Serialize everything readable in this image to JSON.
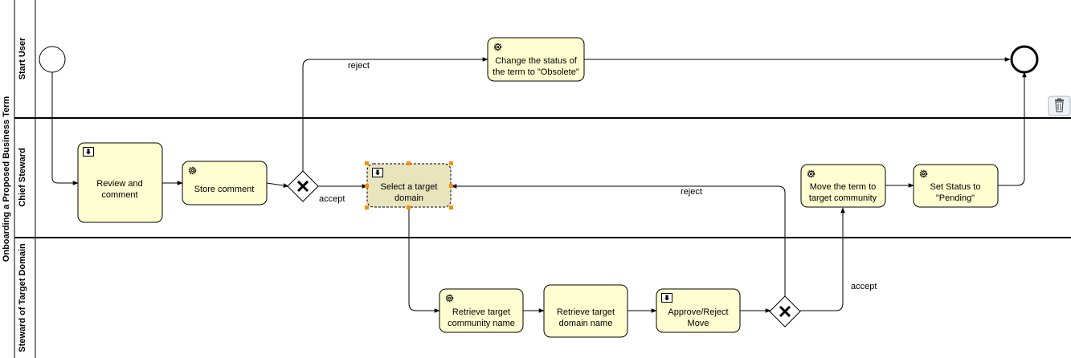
{
  "pool": {
    "title": "Onboarding a Proposed Business Term"
  },
  "lanes": [
    {
      "id": "start-user",
      "title": "Start User"
    },
    {
      "id": "chief-steward",
      "title": "Chief Steward"
    },
    {
      "id": "steward-target",
      "title": "Steward of Target Domain"
    }
  ],
  "tasks": {
    "change_status": {
      "lines": [
        "Change the status of",
        "the term to \"Obsolete\""
      ],
      "type": "service"
    },
    "review": {
      "lines": [
        "Review and",
        "comment"
      ],
      "type": "user"
    },
    "store": {
      "lines": [
        "Store comment"
      ],
      "type": "service"
    },
    "select": {
      "lines": [
        "Select a target",
        "domain"
      ],
      "type": "user"
    },
    "move": {
      "lines": [
        "Move the term to",
        "target community"
      ],
      "type": "service"
    },
    "set_status": {
      "lines": [
        "Set Status to",
        "\"Pending\""
      ],
      "type": "service"
    },
    "retrieve_comm": {
      "lines": [
        "Retrieve target",
        "community name"
      ],
      "type": "service"
    },
    "retrieve_dom": {
      "lines": [
        "Retrieve target",
        "domain name"
      ],
      "type": "none"
    },
    "approve": {
      "lines": [
        "Approve/Reject",
        "Move"
      ],
      "type": "user"
    }
  },
  "flow_labels": {
    "reject_top": "reject",
    "accept_chief": "accept",
    "reject_chief": "reject",
    "accept_bottom": "accept"
  },
  "colors": {
    "task_fill": "#fefed0",
    "task_selected_fill": "#e8e4bc",
    "selection_handle": "#ff8c00",
    "lane_border": "#000000"
  }
}
